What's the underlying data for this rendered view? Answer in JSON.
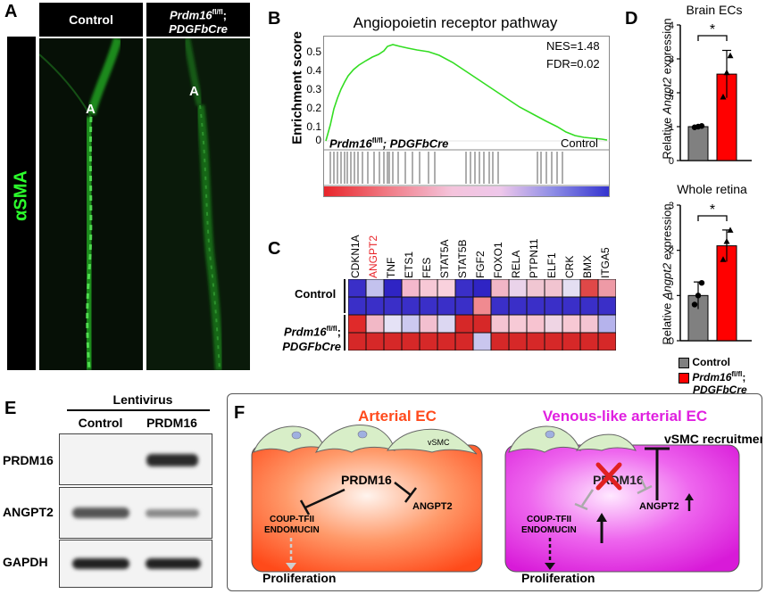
{
  "panel_a": {
    "letter": "A",
    "col1_header": "Control",
    "col2_header_italic": "Prdm16",
    "col2_header_sup": "fl/fl",
    "col2_header_tail": ";",
    "col2_header_line2": "PDGFbCre",
    "stain_alpha": "α",
    "stain_label": "SMA",
    "artery_mark": "A"
  },
  "panel_b": {
    "letter": "B",
    "title": "Angiopoietin receptor pathway",
    "ylabel": "Enrichment score",
    "nes": "NES=1.48",
    "fdr": "FDR=0.02",
    "left_label_italic": "Prdm16",
    "left_label_sup": "fl/fl",
    "left_label_tail": "; PDGFbCre",
    "right_label": "Control",
    "yticks": [
      "0.5",
      "0.4",
      "0.3",
      "0.2",
      "0.1",
      "0"
    ]
  },
  "panel_c": {
    "letter": "C",
    "genes": [
      "CDKN1A",
      "ANGPT2",
      "TNF",
      "ETS1",
      "FES",
      "STAT5A",
      "STAT5B",
      "FGF2",
      "FOXO1",
      "RELA",
      "PTPN11",
      "ELF1",
      "CRK",
      "BMX",
      "ITGA5"
    ],
    "highlight_color": "#e8252a",
    "row_label_control": "Control",
    "row_label_mut_italic": "Prdm16",
    "row_label_mut_sup": "fl/fl",
    "row_label_mut_tail": ";",
    "row_label_mut_line2": "PDGFbCre",
    "heat_rows": [
      [
        "#3a2fc8",
        "#c3c2ee",
        "#2f24c4",
        "#f4b8cc",
        "#f7c8d6",
        "#f9d1dd",
        "#3a2fc8",
        "#2f24c4",
        "#f2b6c6",
        "#ead3ea",
        "#f0c6d2",
        "#f1c4d0",
        "#e4dff2",
        "#e04848",
        "#ee9aa6"
      ],
      [
        "#3a2fc8",
        "#3a2fc8",
        "#3a2fc8",
        "#3a2fc8",
        "#3a2fc8",
        "#3a2fc8",
        "#3a2fc8",
        "#f08a90",
        "#3a2fc8",
        "#3a2fc8",
        "#3a2fc8",
        "#3a2fc8",
        "#3a2fc8",
        "#3a2fc8",
        "#3a2fc8"
      ],
      [
        "#e02a2a",
        "#f2b8c6",
        "#e5e2f6",
        "#ccc9f0",
        "#f3bfd0",
        "#dcd7f2",
        "#d62828",
        "#d62828",
        "#f5c4d2",
        "#f7cad6",
        "#f7c3d0",
        "#efd5e4",
        "#f7c8d4",
        "#f4c4d2",
        "#b5b3ec"
      ],
      [
        "#d62828",
        "#d62828",
        "#d62828",
        "#d62828",
        "#d62828",
        "#d62828",
        "#d62828",
        "#c9c6ee",
        "#d62828",
        "#d62828",
        "#d62828",
        "#d62828",
        "#d62828",
        "#d62828",
        "#d62828"
      ]
    ]
  },
  "panel_d": {
    "letter": "D",
    "brain_title": "Brain ECs",
    "retina_title": "Whole retina",
    "ylabel_pre": "Relative ",
    "ylabel_italic": "Angpt2",
    "ylabel_post": " expression",
    "sig": "*",
    "legend_control": "Control",
    "legend_mut_italic": "Prdm16",
    "legend_mut_sup": "fl/fl",
    "legend_mut_tail": ";",
    "legend_mut_line2": "PDGFbCre",
    "control_color": "#808080",
    "mutant_color": "#ff0000"
  },
  "chart_data": [
    {
      "type": "bar",
      "title": "Brain ECs",
      "categories": [
        "Control",
        "Prdm16 fl/fl; PDGFbCre"
      ],
      "values": [
        1.0,
        2.55
      ],
      "errors": [
        0.03,
        0.7
      ],
      "points": [
        [
          0.98,
          1.0,
          1.02
        ],
        [
          1.88,
          2.6,
          3.1
        ]
      ],
      "ylabel": "Relative Angpt2 expression",
      "ylim": [
        0,
        4
      ],
      "yticks": [
        0,
        1,
        2,
        3,
        4
      ],
      "significance": "*"
    },
    {
      "type": "bar",
      "title": "Whole retina",
      "categories": [
        "Control",
        "Prdm16 fl/fl; PDGFbCre"
      ],
      "values": [
        1.0,
        2.1
      ],
      "errors": [
        0.3,
        0.35
      ],
      "points": [
        [
          0.8,
          1.0,
          1.28
        ],
        [
          1.8,
          2.2,
          2.45
        ]
      ],
      "ylabel": "Relative Angpt2 expression",
      "ylim": [
        0,
        3
      ],
      "yticks": [
        0,
        1,
        2,
        3
      ],
      "significance": "*"
    }
  ],
  "panel_e": {
    "letter": "E",
    "header": "Lentivirus",
    "col1": "Control",
    "col2": "PRDM16",
    "rows": [
      "PRDM16",
      "ANGPT2",
      "GAPDH"
    ]
  },
  "panel_f": {
    "letter": "F",
    "left_title": "Arterial EC",
    "right_title": "Venous-like arterial EC",
    "vsmc_small": "vSMC",
    "prdm16": "PRDM16",
    "angpt2": "ANGPT2",
    "coup_line1": "COUP-TFII",
    "coup_line2": "ENDOMUCIN",
    "proliferation": "Proliferation",
    "vsmc_recruitment": "vSMC recruitment",
    "left_title_color": "#ff4a1c",
    "right_title_color": "#e020e0"
  }
}
